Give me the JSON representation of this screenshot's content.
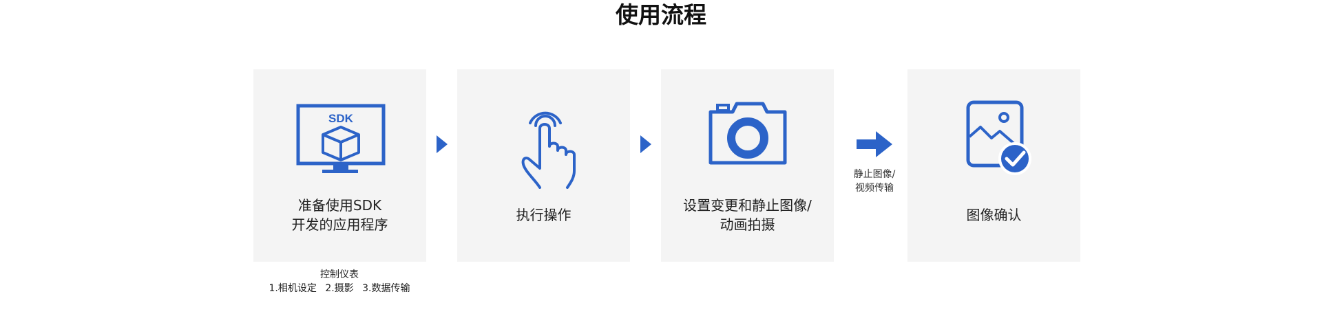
{
  "title": "使用流程",
  "colors": {
    "accent": "#2c63c8",
    "card_bg": "#f4f4f4"
  },
  "steps": [
    {
      "icon": "monitor-sdk-icon",
      "icon_text": "SDK",
      "lines": [
        "准备使用SDK",
        "开发的应用程序"
      ]
    },
    {
      "icon": "touch-hand-icon",
      "lines": [
        "执行操作"
      ]
    },
    {
      "icon": "camera-icon",
      "lines": [
        "设置变更和静止图像/",
        "动画拍摄"
      ]
    },
    {
      "icon": "image-check-icon",
      "lines": [
        "图像确认"
      ]
    }
  ],
  "transfer_lines": [
    "静止图像/",
    "视频传输"
  ],
  "dashboard": {
    "title": "控制仪表",
    "items": [
      "1.相机设定",
      "2.摄影",
      "3.数据传输"
    ]
  }
}
